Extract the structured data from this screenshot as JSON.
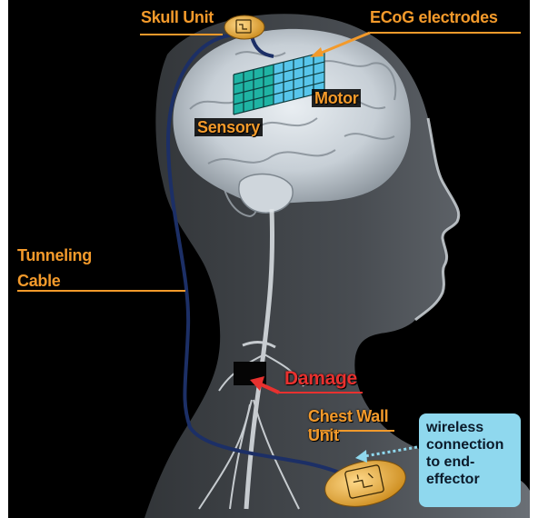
{
  "labels": {
    "skull_unit": "Skull Unit",
    "ecog_electrodes": "ECoG electrodes",
    "motor": "Motor",
    "sensory": "Sensory",
    "tunneling_line1": "Tunneling",
    "tunneling_line2": "Cable",
    "damage": "Damage",
    "chest_line1": "Chest Wall",
    "chest_line2": "Unit"
  },
  "callout": {
    "line1": "wireless",
    "line2": "connection",
    "line3": "to end-",
    "line4": "effector"
  },
  "colors": {
    "label_orange": "#f39a2b",
    "damage_red": "#e8312f",
    "callout_blue": "#8fd8ee",
    "cable_navy": "#1c2f66",
    "sensory_grid": "#1fb3a3",
    "motor_grid": "#57c5ea",
    "device_gold": "#e7a83a"
  }
}
